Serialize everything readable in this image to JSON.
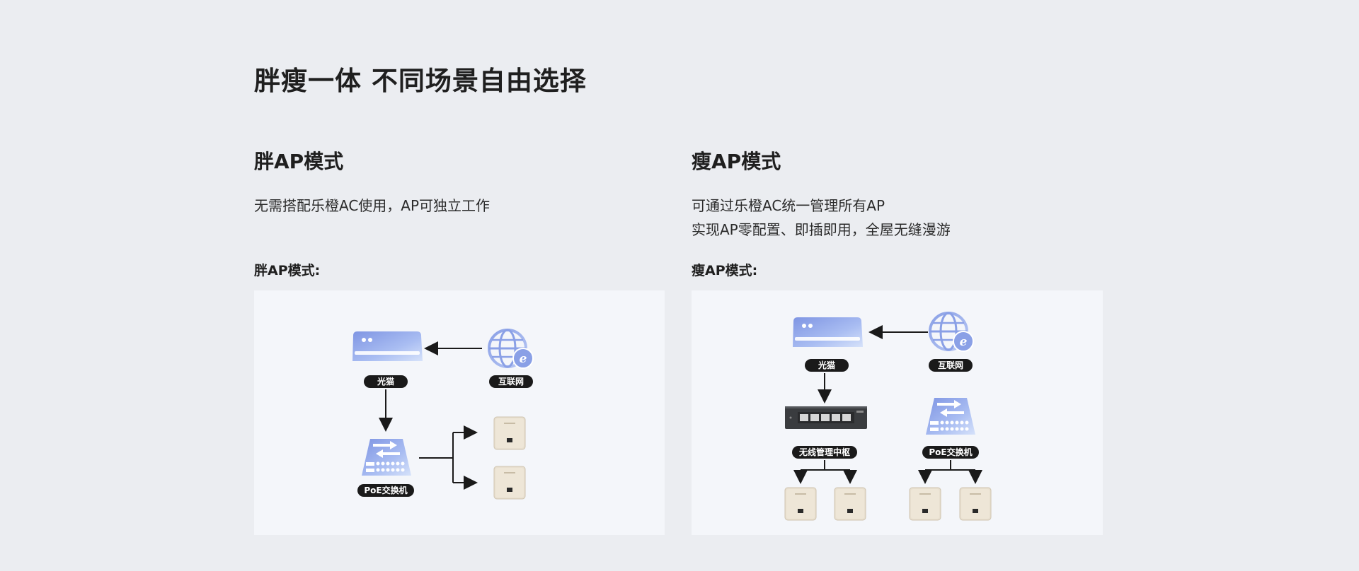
{
  "page": {
    "title": "胖瘦一体 不同场景自由选择"
  },
  "fat": {
    "title": "胖AP模式",
    "desc_lines": [
      "无需搭配乐橙AC使用，AP可独立工作"
    ],
    "diagram_label": "胖AP模式:",
    "nodes": {
      "modem": "光猫",
      "internet": "互联网",
      "poe": "PoE交换机"
    }
  },
  "thin": {
    "title": "瘦AP模式",
    "desc_lines": [
      "可通过乐橙AC统一管理所有AP",
      "实现AP零配置、即插即用，全屋无缝漫游"
    ],
    "diagram_label": "瘦AP模式:",
    "nodes": {
      "modem": "光猫",
      "internet": "互联网",
      "controller": "无线管理中枢",
      "poe": "PoE交换机"
    }
  },
  "colors": {
    "background": "#ebedf1",
    "panel": "#f4f6fa",
    "pill": "#1a1a1a",
    "device_gradient_start": "#8aa0e6",
    "device_gradient_end": "#c9d7f7",
    "ap_body": "#e8dfcf"
  },
  "icons": [
    "modem-icon",
    "globe-icon",
    "poe-switch-icon",
    "access-point-icon",
    "controller-icon",
    "arrow-icon"
  ]
}
